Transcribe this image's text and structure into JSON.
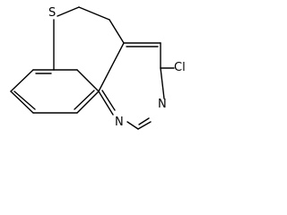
{
  "molecule": {
    "atoms": {
      "sulfur": "S",
      "chlorine": "Cl",
      "nitrogen_left": "N",
      "nitrogen_right": "N"
    },
    "colors": {
      "bond": "#000000",
      "label": "#000000",
      "background": "#ffffff"
    }
  }
}
